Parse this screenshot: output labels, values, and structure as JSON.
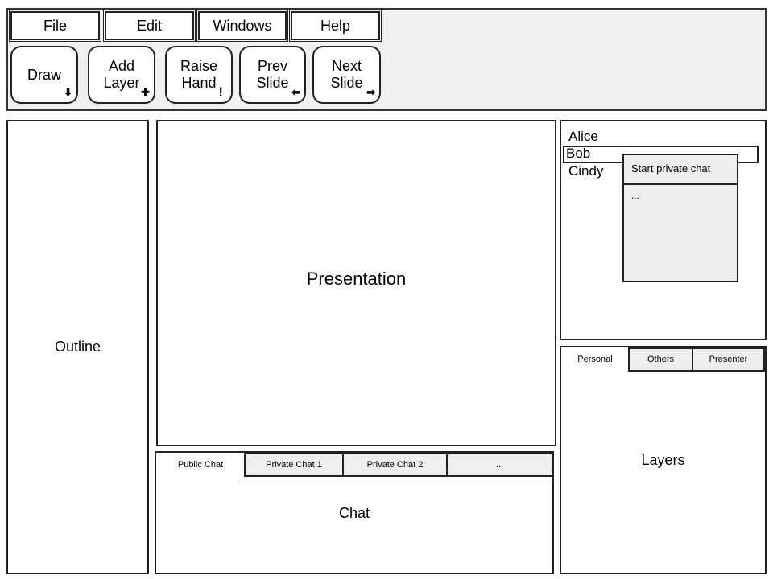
{
  "menu": [
    "File",
    "Edit",
    "Windows",
    "Help"
  ],
  "tools": [
    {
      "label": "Draw",
      "icon": "⬇",
      "name": "draw"
    },
    {
      "label": "Add\nLayer",
      "icon": "✚",
      "name": "add-layer"
    },
    {
      "label": "Raise\nHand",
      "icon": "!",
      "name": "raise-hand"
    },
    {
      "label": "Prev\nSlide",
      "icon": "⬅",
      "name": "prev-slide"
    },
    {
      "label": "Next\nSlide",
      "icon": "➡",
      "name": "next-slide"
    }
  ],
  "outline": {
    "label": "Outline"
  },
  "presentation": {
    "label": "Presentation"
  },
  "chat": {
    "label": "Chat",
    "tabs": [
      "Public Chat",
      "Private Chat 1",
      "Private Chat 2",
      "..."
    ]
  },
  "users": {
    "items": [
      "Alice",
      "Bob",
      "Cindy"
    ],
    "context_menu": {
      "items": [
        "Start private chat",
        "..."
      ]
    }
  },
  "layers": {
    "label": "Layers",
    "tabs": [
      "Personal",
      "Others",
      "Presenter"
    ]
  }
}
